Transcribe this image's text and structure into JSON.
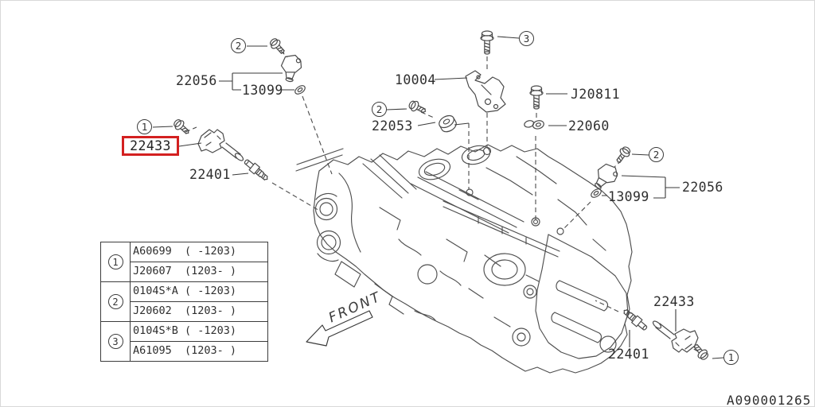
{
  "diagram": {
    "doc_number": "A090001265",
    "front_label": "FRONT",
    "highlighted_part": "22433",
    "colors": {
      "line": "#4f4f4f",
      "text": "#2e2e2e",
      "highlight": "#d32020"
    },
    "callouts": {
      "one": "1",
      "two": "2",
      "three": "3"
    },
    "labels": {
      "left_sensor_group": "22056",
      "left_oring": "13099",
      "left_coil": "22433",
      "left_plug": "22401",
      "bracket": "10004",
      "knock_sensor": "22053",
      "mount_bolt": "J20811",
      "insulator": "22060",
      "right_sensor_group": "22056",
      "right_oring": "13099",
      "right_coil": "22433",
      "right_plug": "22401"
    }
  },
  "table": {
    "rows": [
      {
        "callout": "1",
        "cells": [
          "A60699  ( -1203)",
          "J20607  (1203- )"
        ]
      },
      {
        "callout": "2",
        "cells": [
          "0104S*A ( -1203)",
          "J20602  (1203- )"
        ]
      },
      {
        "callout": "3",
        "cells": [
          "0104S*B ( -1203)",
          "A61095  (1203- )"
        ]
      }
    ]
  }
}
